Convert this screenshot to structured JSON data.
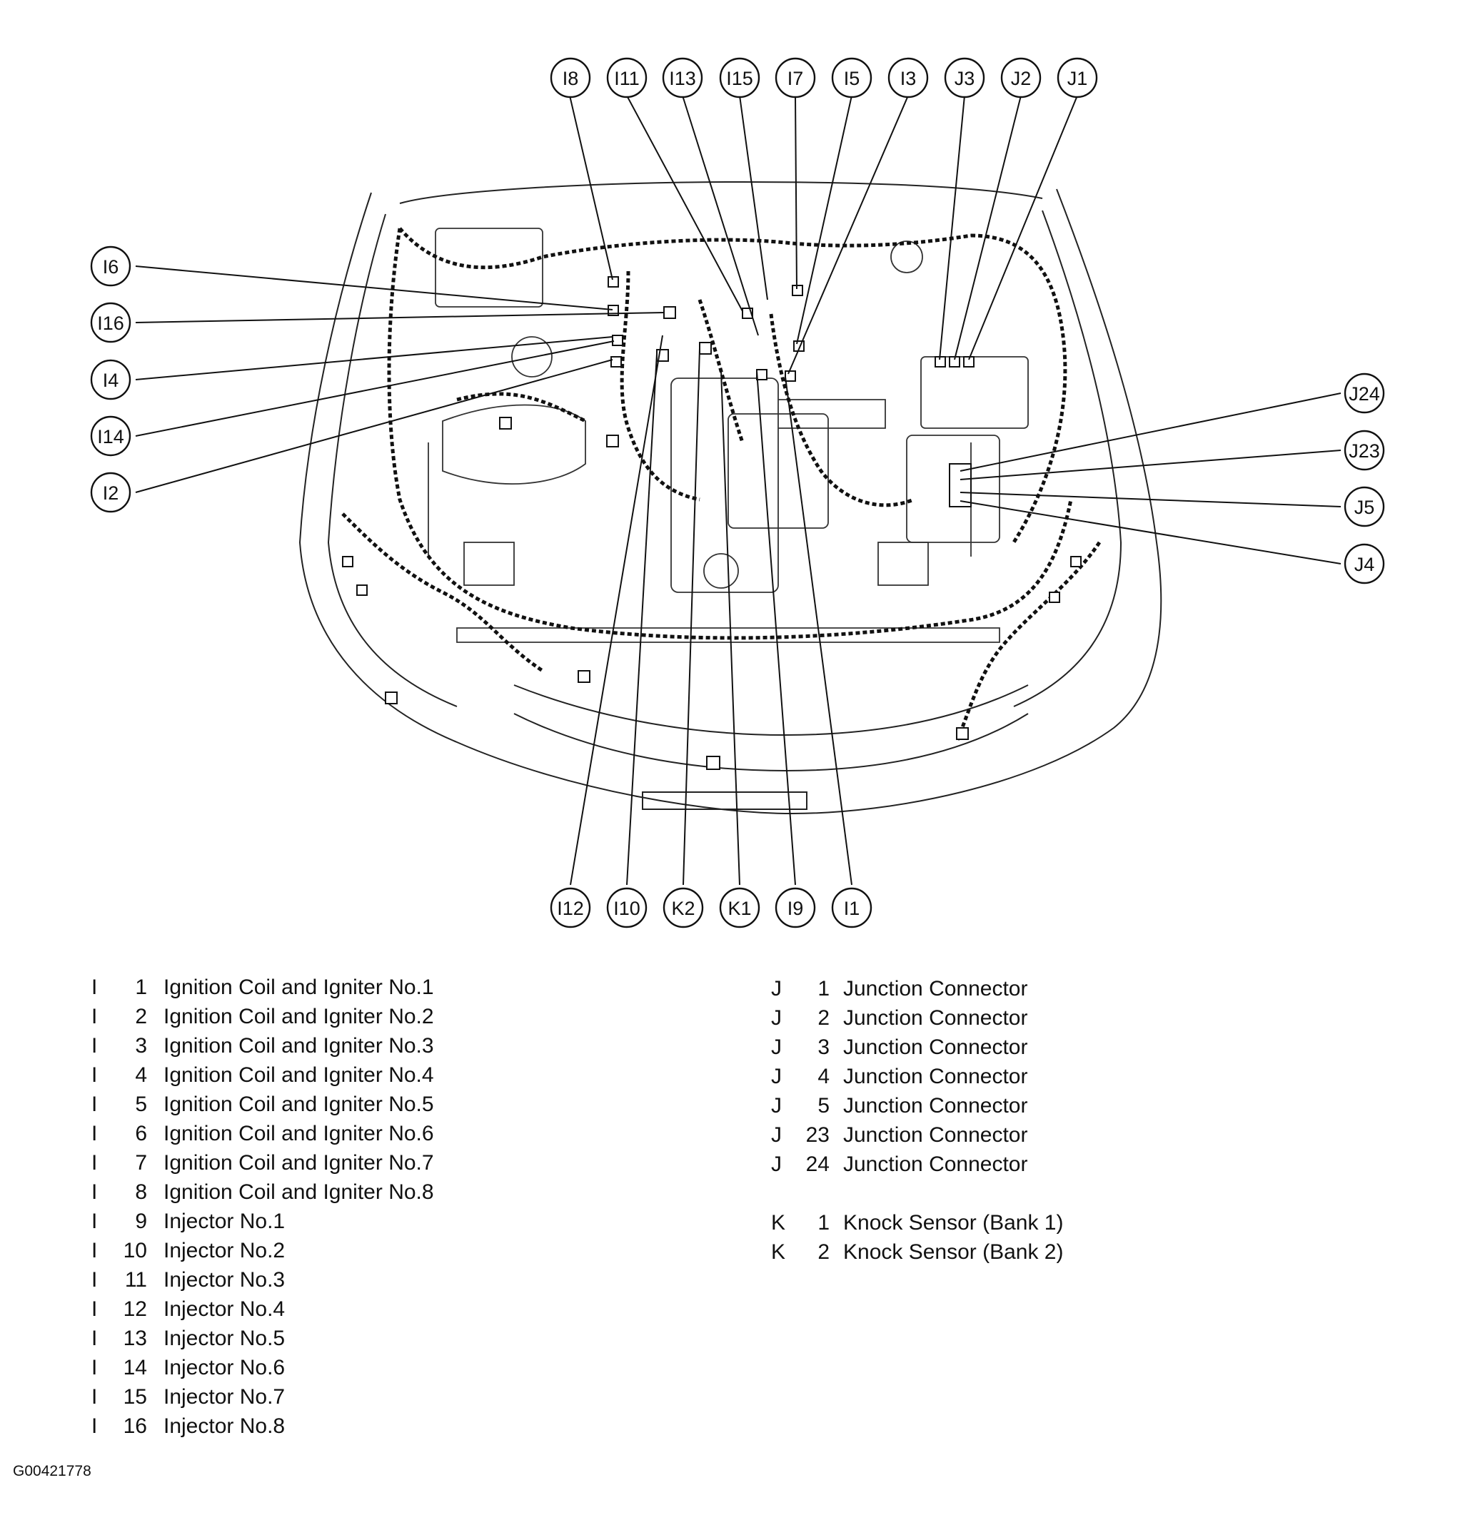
{
  "callouts_top": [
    "I8",
    "I11",
    "I13",
    "I15",
    "I7",
    "I5",
    "I3",
    "J3",
    "J2",
    "J1"
  ],
  "callouts_left": [
    "I6",
    "I16",
    "I4",
    "I14",
    "I2"
  ],
  "callouts_right": [
    "J24",
    "J23",
    "J5",
    "J4"
  ],
  "callouts_bottom": [
    "I12",
    "I10",
    "K2",
    "K1",
    "I9",
    "I1"
  ],
  "legend_i": [
    {
      "letter": "I",
      "num": "1",
      "desc": "Ignition Coil and Igniter No.1"
    },
    {
      "letter": "I",
      "num": "2",
      "desc": "Ignition Coil and Igniter No.2"
    },
    {
      "letter": "I",
      "num": "3",
      "desc": "Ignition Coil and Igniter No.3"
    },
    {
      "letter": "I",
      "num": "4",
      "desc": "Ignition Coil and Igniter No.4"
    },
    {
      "letter": "I",
      "num": "5",
      "desc": "Ignition Coil and Igniter No.5"
    },
    {
      "letter": "I",
      "num": "6",
      "desc": "Ignition Coil and Igniter No.6"
    },
    {
      "letter": "I",
      "num": "7",
      "desc": "Ignition Coil and Igniter No.7"
    },
    {
      "letter": "I",
      "num": "8",
      "desc": "Ignition Coil and Igniter No.8"
    },
    {
      "letter": "I",
      "num": "9",
      "desc": "Injector No.1"
    },
    {
      "letter": "I",
      "num": "10",
      "desc": "Injector No.2"
    },
    {
      "letter": "I",
      "num": "11",
      "desc": "Injector No.3"
    },
    {
      "letter": "I",
      "num": "12",
      "desc": "Injector No.4"
    },
    {
      "letter": "I",
      "num": "13",
      "desc": "Injector No.5"
    },
    {
      "letter": "I",
      "num": "14",
      "desc": "Injector No.6"
    },
    {
      "letter": "I",
      "num": "15",
      "desc": "Injector No.7"
    },
    {
      "letter": "I",
      "num": "16",
      "desc": "Injector No.8"
    }
  ],
  "legend_j": [
    {
      "letter": "J",
      "num": "1",
      "desc": "Junction Connector"
    },
    {
      "letter": "J",
      "num": "2",
      "desc": "Junction Connector"
    },
    {
      "letter": "J",
      "num": "3",
      "desc": "Junction Connector"
    },
    {
      "letter": "J",
      "num": "4",
      "desc": "Junction Connector"
    },
    {
      "letter": "J",
      "num": "5",
      "desc": "Junction Connector"
    },
    {
      "letter": "J",
      "num": "23",
      "desc": "Junction Connector"
    },
    {
      "letter": "J",
      "num": "24",
      "desc": "Junction Connector"
    }
  ],
  "legend_k": [
    {
      "letter": "K",
      "num": "1",
      "desc": "Knock Sensor (Bank 1)"
    },
    {
      "letter": "K",
      "num": "2",
      "desc": "Knock Sensor (Bank 2)"
    }
  ],
  "figure_id": "G00421778"
}
